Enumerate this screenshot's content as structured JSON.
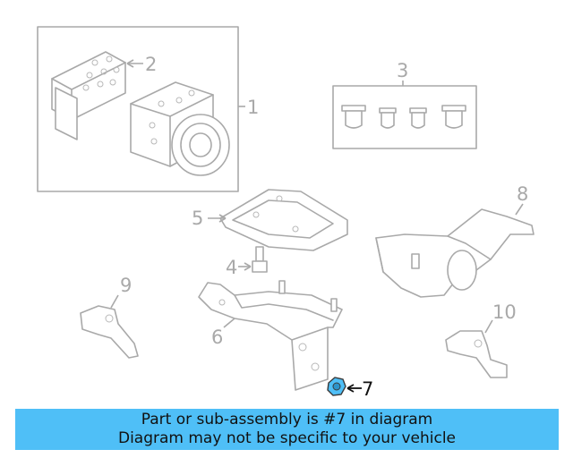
{
  "diagram": {
    "callouts": [
      {
        "id": "1",
        "label": "1"
      },
      {
        "id": "2",
        "label": "2"
      },
      {
        "id": "3",
        "label": "3"
      },
      {
        "id": "4",
        "label": "4"
      },
      {
        "id": "5",
        "label": "5"
      },
      {
        "id": "6",
        "label": "6"
      },
      {
        "id": "7",
        "label": "7"
      },
      {
        "id": "8",
        "label": "8"
      },
      {
        "id": "9",
        "label": "9"
      },
      {
        "id": "10",
        "label": "10"
      }
    ],
    "highlighted_part": "7",
    "colors": {
      "line": "#a9a9a9",
      "highlight_fill": "#4fbff7",
      "highlight_label": "#111111",
      "banner": "#4fbff7"
    }
  },
  "banner": {
    "line1": "Part or sub-assembly is #7 in diagram",
    "line2": "Diagram may not be specific to your vehicle"
  }
}
